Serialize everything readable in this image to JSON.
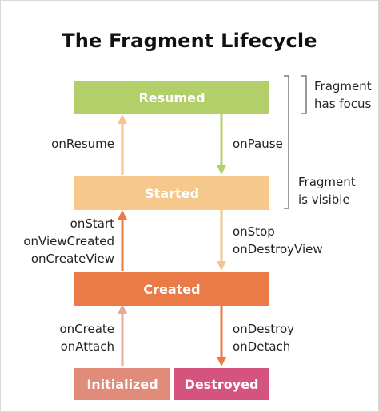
{
  "title": "The Fragment Lifecycle",
  "states": {
    "resumed": {
      "label": "Resumed",
      "color": "#b2cf6a"
    },
    "started": {
      "label": "Started",
      "color": "#f6c88b"
    },
    "created": {
      "label": "Created",
      "color": "#ea7a46"
    },
    "initialized": {
      "label": "Initialized",
      "color": "#e18b7a"
    },
    "destroyed": {
      "label": "Destroyed",
      "color": "#d4547e"
    }
  },
  "callbacks": {
    "on_resume": "onResume",
    "on_pause": "onPause",
    "on_start": "onStart",
    "on_view_created": "onViewCreated",
    "on_create_view": "onCreateView",
    "on_stop": "onStop",
    "on_destroy_view": "onDestroyView",
    "on_create": "onCreate",
    "on_attach": "onAttach",
    "on_destroy": "onDestroy",
    "on_detach": "onDetach"
  },
  "brackets": {
    "has_focus_line1": "Fragment",
    "has_focus_line2": "has focus",
    "is_visible_line1": "Fragment",
    "is_visible_line2": "is visible"
  },
  "arrow_colors": {
    "resume": "#f2c48e",
    "pause": "#b2cf6a",
    "start": "#ea7a46",
    "stop": "#f2c48e",
    "create": "#e8a89c",
    "destroy": "#ea7a46"
  }
}
